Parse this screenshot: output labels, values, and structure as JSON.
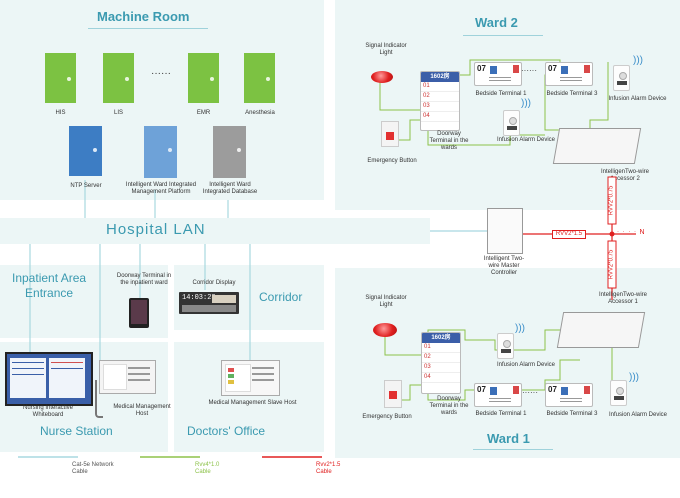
{
  "zones": {
    "machine_room": "Machine Room",
    "ward2": "Ward 2",
    "ward1": "Ward 1",
    "inpatient": "Inpatient Area\nEntrance",
    "corridor": "Corridor",
    "nurse": "Nurse Station",
    "doctors": "Doctors' Office",
    "lan": "Hospital LAN"
  },
  "machine_room": {
    "servers": [
      "HIS",
      "LIS",
      "EMR",
      "Anesthesia"
    ],
    "ellipsis": "······",
    "ntp": "NTP Server",
    "platform": "Intelligent Ward Integrated\nManagement Platform",
    "database": "Intelligent Ward\nIntegrated Database"
  },
  "ward2": {
    "signal": "Signal Indicator\nLight",
    "emergency": "Emergency Button",
    "doorway": "Doorway\nTerminal in the\nwards",
    "bedside1": "Bedside Terminal 1",
    "bedside3": "Bedside Terminal 3",
    "infusion_right": "Infusion Alarm Device",
    "infusion_left": "Infusion Alarm Device",
    "accessor": "IntelligenTwo-wire\nAccessor 2",
    "ellipsis": "······"
  },
  "ward1": {
    "signal": "Signal Indicator\nLight",
    "emergency": "Emergency Button",
    "doorway": "Doorway\nTerminal in the\nwards",
    "bedside1": "Bedside Terminal 1",
    "bedside3": "Bedside Terminal 3",
    "infusion_left": "Infusion Alarm Device",
    "infusion_right": "Infusion Alarm Device",
    "accessor": "IntelligenTwo-wire\nAccessor 1",
    "ellipsis": "······"
  },
  "middle": {
    "master": "Intelligent Two-\nwire Master\nController",
    "rvv_cable_label": "RVV2*1.5",
    "rvv_up": "RVV2*0.75",
    "rvv_down": "RVV2*0.75",
    "n_label": "N",
    "dots": "· · · · ·"
  },
  "entrance": {
    "doorway": "Doorway Terminal in\nthe inpatient ward",
    "corridor_display": "Corridor Display",
    "clock": "14:03:23"
  },
  "nurse": {
    "whiteboard": "Nursing Interactive\nWhiteboard",
    "host": "Medical Management\nHost"
  },
  "doctors": {
    "slave": "Medical Management Slave Host"
  },
  "terminals": {
    "bed_number": "07",
    "door_header": "1602房",
    "door_rows": [
      "01",
      "02",
      "03",
      "04"
    ]
  },
  "legend": {
    "cat5": "Cat-5e Network\nCable",
    "rvv4": "Rvv4*1.0\nCable",
    "rvv2": "Rvv2*1.5\nCable"
  },
  "colors": {
    "zone_bg": "#ecf6f6",
    "title": "#3b9ab0",
    "server_green": "#7cc242",
    "server_blue": "#3d7dc4",
    "server_lightblue": "#6ea2d8",
    "server_gray": "#9c9c9c",
    "lan_line": "#a8d8e0",
    "rvv4": "#8dc24a",
    "rvv2": "#e02020"
  },
  "icons": [
    "server-icon",
    "wifi-icon",
    "signal-light-icon",
    "emergency-button-icon",
    "clock-display-icon"
  ]
}
